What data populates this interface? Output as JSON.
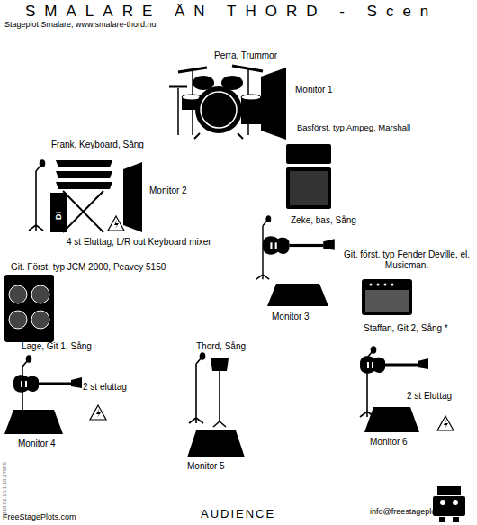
{
  "diagram": {
    "title": "SMALARE ÄN THORD - Scen",
    "labels": [
      "Stageplot Smalare,  www.smalare-thord.nu",
      "Perra, Trummor",
      "Monitor 1",
      "Basförst. typ Ampeg, Marshall",
      "Frank, Keyboard, Sång",
      "Monitor 2",
      "DI",
      "4 st Eluttag, L/R out Keyboard mixer",
      "Zeke, bas, Sång",
      "Git. Först. typ JCM 2000, Peavey 5150",
      "Git. först. typ Fender Deville, el. Musicman.",
      "Monitor 3",
      "Lage, Git 1, Sång",
      "Thord, Sång",
      "Staffan, Git 2, Sång *",
      "2 st eluttag",
      "Monitor 4",
      "Monitor 5",
      "2 st Eluttag",
      "Monitor 6",
      "AUDIENCE",
      "FreeStagePlots.com",
      "info@freestageplots.com",
      "2010.02.15.1.10.27888"
    ]
  }
}
